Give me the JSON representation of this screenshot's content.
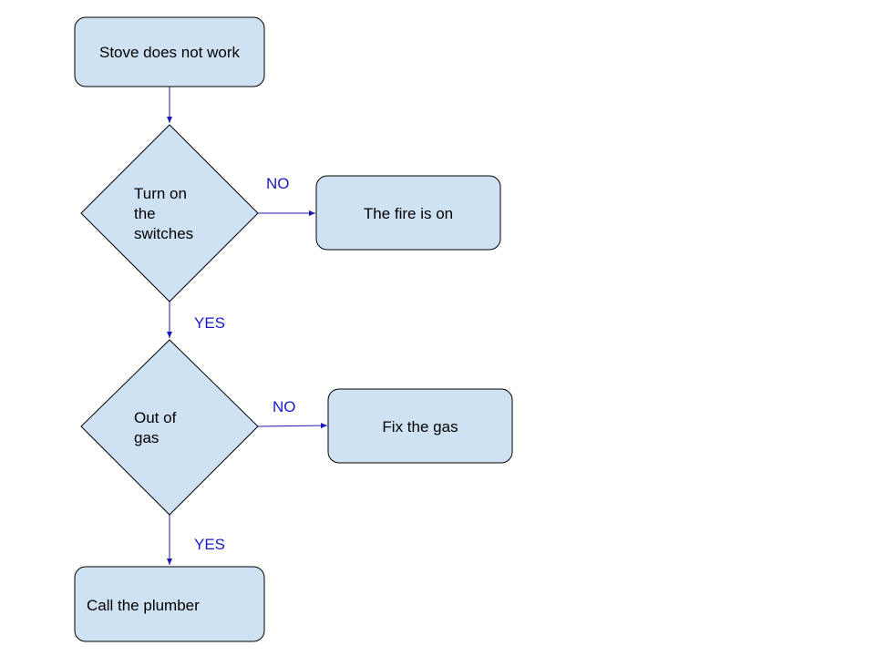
{
  "diagram": {
    "colors": {
      "node_fill": "#cfe2f3",
      "node_stroke": "#000000",
      "edge": "#1a1aaf",
      "edge_label": "#1a1ac8"
    },
    "nodes": {
      "start": {
        "lines": [
          "Stove does not work"
        ]
      },
      "switches": {
        "lines": [
          "Turn on",
          "the",
          "switches"
        ]
      },
      "fire_on": {
        "lines": [
          "The fire is on"
        ]
      },
      "gas": {
        "lines": [
          "Out of",
          "gas"
        ]
      },
      "fix_gas": {
        "lines": [
          "Fix the gas"
        ]
      },
      "plumber": {
        "lines": [
          "Call the plumber"
        ]
      }
    },
    "edges": {
      "switches_no": "NO",
      "switches_yes": "YES",
      "gas_no": "NO",
      "gas_yes": "YES"
    }
  }
}
